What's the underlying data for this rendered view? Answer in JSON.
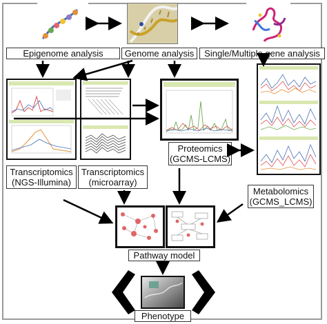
{
  "labels": {
    "epigenome": "Epigenome analysis",
    "genome": "Genome analysis",
    "single_multiple": "Single/Multiple gene analysis",
    "proteomics_line1": "Proteomics",
    "proteomics_line2": "(GCMS-LCMS)",
    "transcriptomics_ngs_line1": "Transcriptomics",
    "transcriptomics_ngs_line2": "(NGS-Illumina)",
    "transcriptomics_micro_line1": "Transcriptomics",
    "transcriptomics_micro_line2": "(microarray)",
    "metabolomics_line1": "Metabolomics",
    "metabolomics_line2": "(GCMS_LCMS)",
    "pathway_model": "Pathway model",
    "phenotype": "Phenotype"
  },
  "colors": {
    "arrow": "#000000",
    "panel_border": "#111111",
    "panel_header": "#d9e8b0",
    "frame": "#9a9a9a",
    "series_red": "#d9534f",
    "series_blue": "#4a6fb5",
    "series_green": "#6aa84f",
    "series_orange": "#e69138",
    "pathway_node": "#e06666"
  },
  "icons": {
    "epigenome_image": "histone-wrapped-dna-icon",
    "genome_image": "dna-double-helix-icon",
    "single_gene_image": "protein-structure-icon",
    "phenotype_image": "plant-phenotype-photo",
    "left_chevron": "chevron-left-icon",
    "right_chevron": "chevron-right-icon"
  }
}
